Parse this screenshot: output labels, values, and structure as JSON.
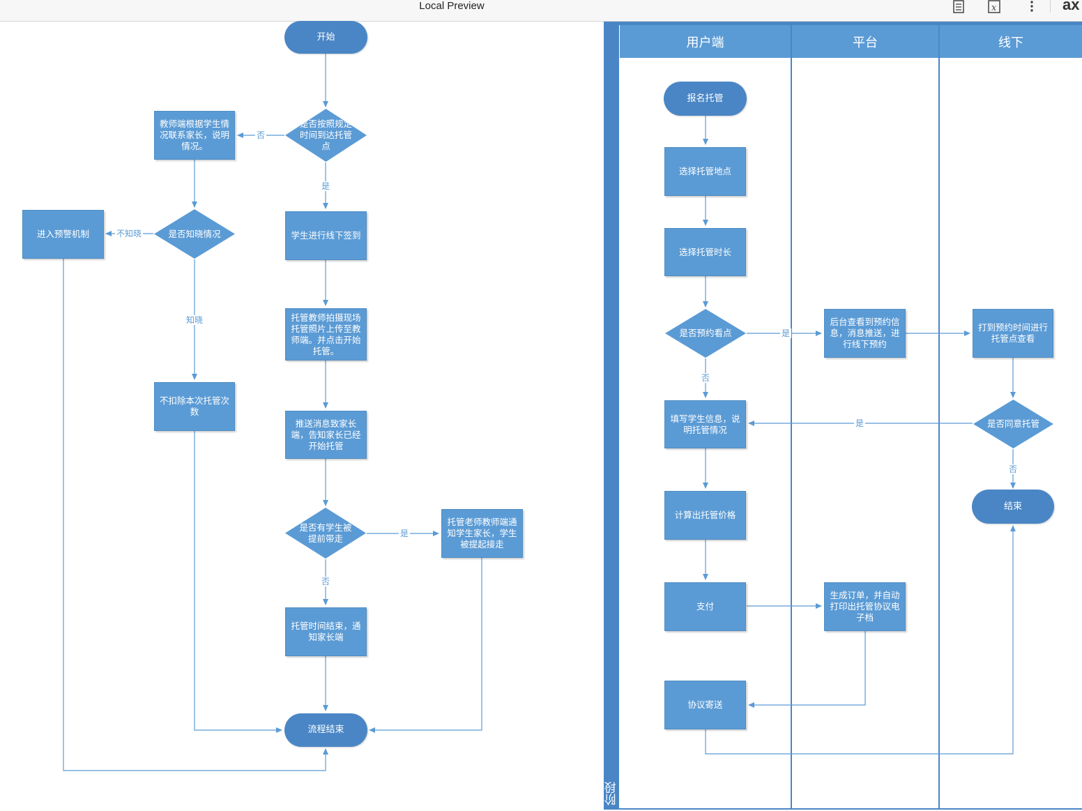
{
  "window": {
    "title": "Local Preview",
    "brand": "ax",
    "toolbar_icons": [
      "document-icon",
      "formula-icon",
      "more-icon"
    ]
  },
  "flowchart_left": {
    "start": "开始",
    "decision_on_time": "是否按照规定时间到达托管点",
    "teacher_contact": "教师端根据学生情况联系家长，说明情况。",
    "decision_aware": "是否知晓情况",
    "warning": "进入预警机制",
    "no_deduct": "不扣除本次托管次数",
    "sign_in": "学生进行线下签到",
    "photo_upload": "托管教师拍摄现场托管照片上传至教师端。并点击开始托管。",
    "push_parent": "推送消息致家长端，告知家长已经开始托管",
    "decision_early_pickup": "是否有学生被提前带走",
    "notify_early_pickup": "托管老师教师端通知学生家长，学生被提起接走",
    "time_end": "托管时间结束，通知家长端",
    "end": "流程结束",
    "edge_no": "否",
    "edge_yes": "是",
    "edge_unaware": "不知晓",
    "edge_aware": "知晓"
  },
  "swimlane": {
    "stage_label": "阶段",
    "lanes": [
      "用户端",
      "平台",
      "线下"
    ],
    "nodes": {
      "register": "报名托管",
      "choose_place": "选择托管地点",
      "choose_duration": "选择托管时长",
      "decision_visit": "是否预约看点",
      "backend_push": "后台查看到预约信息，消息推送，进行线下预约",
      "offline_visit": "打到预约时间进行托管点查看",
      "decision_agree": "是否同意托管",
      "end": "结束",
      "fill_info": "填写学生信息，说明托管情况",
      "calc_price": "计算出托管价格",
      "pay": "支付",
      "gen_order": "生成订单，并自动打印出托管协议电子档",
      "mail_agreement": "协议寄送"
    },
    "edges": {
      "yes": "是",
      "no": "否"
    }
  },
  "colors": {
    "node_fill": "#5b9bd5",
    "terminal_fill": "#4a86c5",
    "line": "#5b9bd5",
    "lane_header": "#5b9bd5",
    "lane_border": "#4a86c5"
  }
}
